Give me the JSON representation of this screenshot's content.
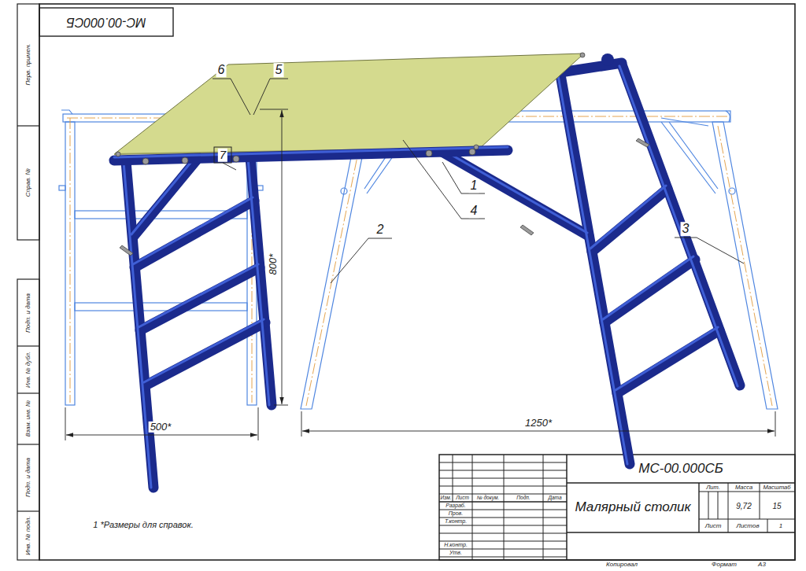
{
  "diagram": {
    "title": "Малярный столик",
    "labels": [
      "МС-00.000СБ",
      "Перв. примен.",
      "Справ. №",
      "Подп. и дата",
      "Инв. № дубл.",
      "Взам. инв. №",
      "Подп. и дата",
      "Инв. № подл.",
      "6",
      "5",
      "7",
      "1",
      "4",
      "2",
      "3",
      "800*",
      "500*",
      "1250*",
      "1 *Размеры для справок.",
      "МС-00.000СБ",
      "Лит.",
      "Масса",
      "Масштаб",
      "9,72",
      "15",
      "Лист",
      "Листов",
      "1",
      "Изм.",
      "Лист",
      "№ докум.",
      "Подп.",
      "Дата",
      "Разраб.",
      "Пров.",
      "Т.контр.",
      "Н.контр.",
      "Утв.",
      "Копировал",
      "Формат",
      "А3"
    ]
  }
}
